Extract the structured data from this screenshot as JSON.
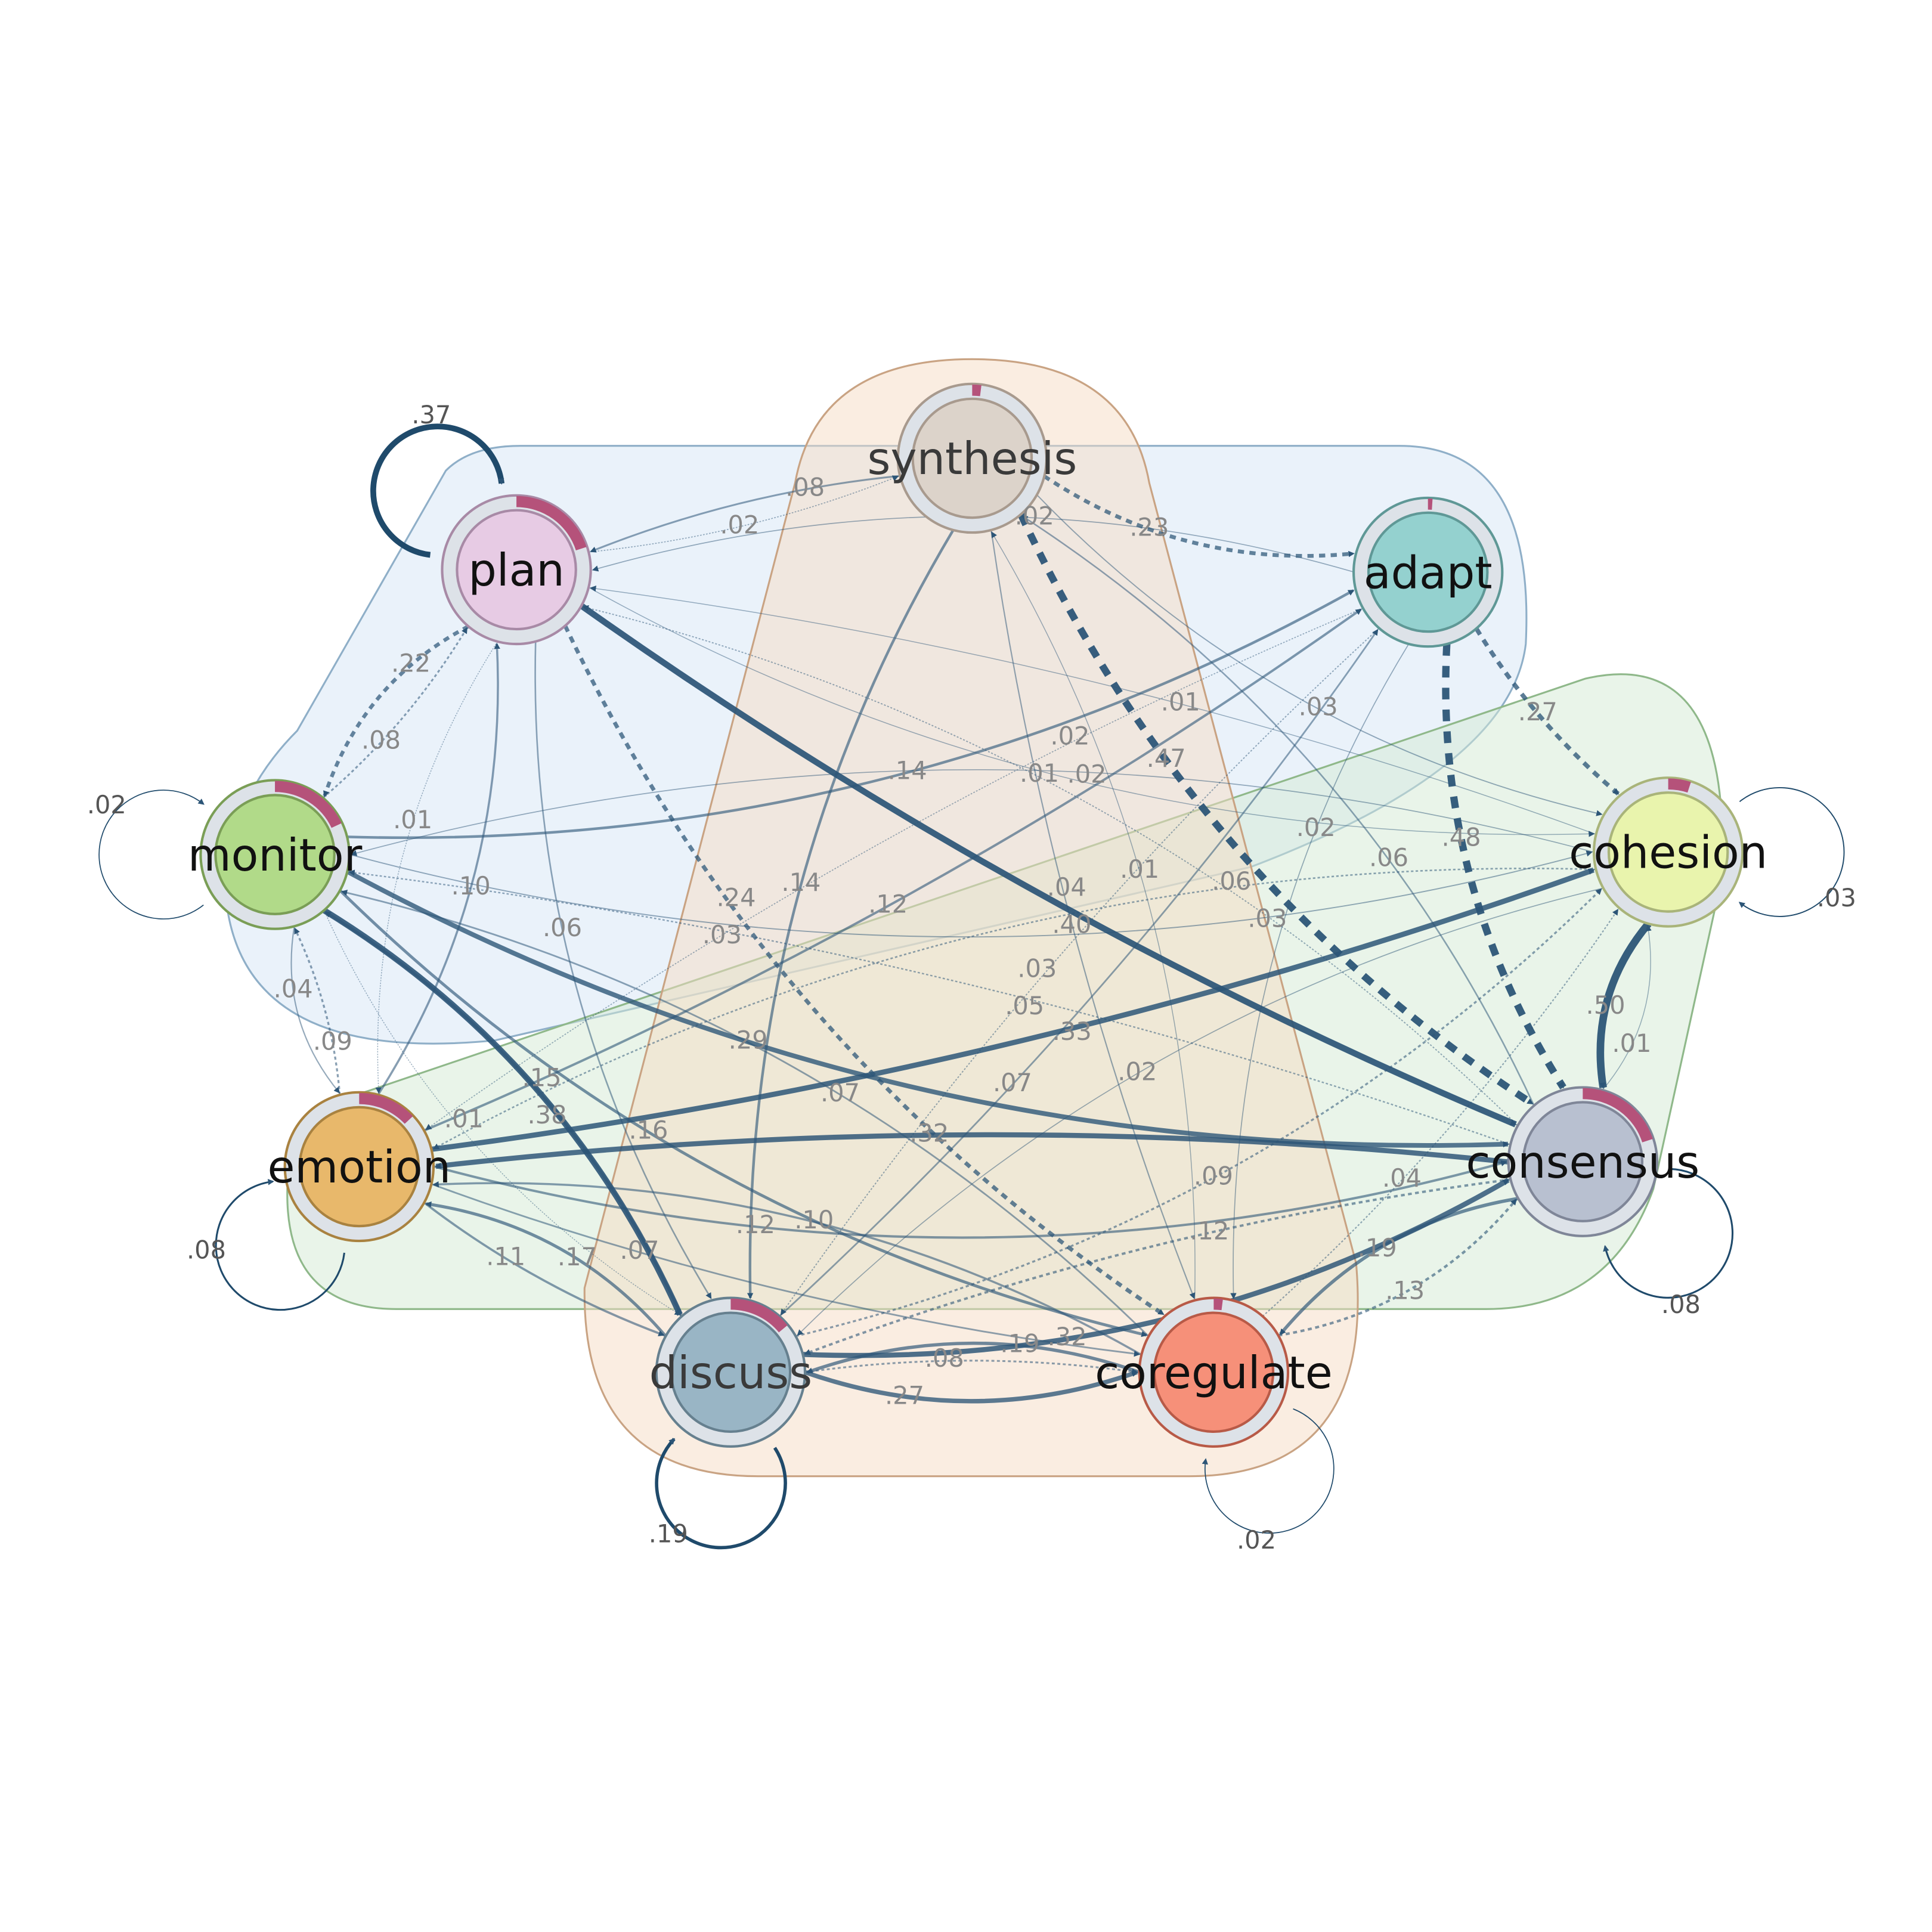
{
  "diagram": {
    "type": "transition-network",
    "pie_color": "#b5527a",
    "edge_color": "#2c5577",
    "groups": [
      {
        "name": "group-blue",
        "fill": "#d6e6f5",
        "stroke": "#8fafc8"
      },
      {
        "name": "group-green",
        "fill": "#d3ead3",
        "stroke": "#8fb88a"
      },
      {
        "name": "group-orange",
        "fill": "#f5dcc4",
        "stroke": "#c9a383"
      }
    ],
    "nodes": [
      {
        "id": "synthesis",
        "label": "synthesis",
        "color": "#dcd3ca",
        "border": "#a89a8e",
        "pie": 0.02
      },
      {
        "id": "plan",
        "label": "plan",
        "color": "#e7cbe4",
        "border": "#a88aa6",
        "pie": 0.2
      },
      {
        "id": "adapt",
        "label": "adapt",
        "color": "#94d1cf",
        "border": "#5f9896",
        "pie": 0.01
      },
      {
        "id": "monitor",
        "label": "monitor",
        "color": "#b1da89",
        "border": "#7a9e56",
        "pie": 0.18
      },
      {
        "id": "cohesion",
        "label": "cohesion",
        "color": "#e9f4ad",
        "border": "#a9b47a",
        "pie": 0.05
      },
      {
        "id": "emotion",
        "label": "emotion",
        "color": "#e8b86b",
        "border": "#a98240",
        "pie": 0.13
      },
      {
        "id": "consensus",
        "label": "consensus",
        "color": "#b8c0d0",
        "border": "#7f8698",
        "pie": 0.2
      },
      {
        "id": "discuss",
        "label": "discuss",
        "color": "#99b5c5",
        "border": "#66808f",
        "pie": 0.14
      },
      {
        "id": "coregulate",
        "label": "coregulate",
        "color": "#f69079",
        "border": "#b85a47",
        "pie": 0.02
      }
    ],
    "self_loops": [
      {
        "node": "plan",
        "weight": 0.37,
        "label": ".37"
      },
      {
        "node": "monitor",
        "weight": 0.02,
        "label": ".02"
      },
      {
        "node": "cohesion",
        "weight": 0.03,
        "label": ".03"
      },
      {
        "node": "emotion",
        "weight": 0.08,
        "label": ".08"
      },
      {
        "node": "consensus",
        "weight": 0.08,
        "label": ".08"
      },
      {
        "node": "discuss",
        "weight": 0.19,
        "label": ".19"
      },
      {
        "node": "coregulate",
        "weight": 0.02,
        "label": ".02"
      }
    ],
    "edges": [
      {
        "from": "synthesis",
        "to": "plan",
        "weight": 0.08,
        "label": ".08"
      },
      {
        "from": "synthesis",
        "to": "adapt",
        "weight": 0.23,
        "label": ".23",
        "dashed": true
      },
      {
        "from": "adapt",
        "to": "plan",
        "weight": 0.02,
        "label": ".02"
      },
      {
        "from": "plan",
        "to": "synthesis",
        "weight": 0.02,
        "label": ".02",
        "dashed": true
      },
      {
        "from": "monitor",
        "to": "adapt",
        "weight": 0.14,
        "label": ".14"
      },
      {
        "from": "plan",
        "to": "monitor",
        "weight": 0.22,
        "label": ".22",
        "dashed": true
      },
      {
        "from": "monitor",
        "to": "plan",
        "weight": 0.08,
        "label": ".08",
        "dashed": true
      },
      {
        "from": "plan",
        "to": "emotion",
        "weight": 0.01,
        "label": ".01",
        "dashed": true
      },
      {
        "from": "emotion",
        "to": "plan",
        "weight": 0.1,
        "label": ".10"
      },
      {
        "from": "plan",
        "to": "consensus",
        "weight": 0.4,
        "label": ".40"
      },
      {
        "from": "consensus",
        "to": "plan",
        "weight": 0.03,
        "label": ".03",
        "dashed": true
      },
      {
        "from": "plan",
        "to": "coregulate",
        "weight": 0.24,
        "label": ".24",
        "dashed": true
      },
      {
        "from": "cohesion",
        "to": "plan",
        "weight": 0.01,
        "label": ".01"
      },
      {
        "from": "synthesis",
        "to": "discuss",
        "weight": 0.14,
        "label": ".14"
      },
      {
        "from": "coregulate",
        "to": "synthesis",
        "weight": 0.01,
        "label": ".01"
      },
      {
        "from": "adapt",
        "to": "emotion",
        "weight": 0.02,
        "label": ".02",
        "dashed": true
      },
      {
        "from": "synthesis",
        "to": "consensus",
        "weight": 0.47,
        "label": ".47",
        "dashed": true
      },
      {
        "from": "adapt",
        "to": "consensus",
        "weight": 0.48,
        "label": ".48",
        "dashed": true
      },
      {
        "from": "adapt",
        "to": "cohesion",
        "weight": 0.27,
        "label": ".27",
        "dashed": true
      },
      {
        "from": "synthesis",
        "to": "cohesion",
        "weight": 0.03,
        "label": ".03"
      },
      {
        "from": "monitor",
        "to": "cohesion",
        "weight": 0.03,
        "label": ".03"
      },
      {
        "from": "discuss",
        "to": "adapt",
        "weight": 0.07,
        "label": ".07"
      },
      {
        "from": "cohesion",
        "to": "monitor",
        "weight": 0.02,
        "label": ".02"
      },
      {
        "from": "monitor",
        "to": "discuss",
        "weight": 0.01,
        "label": ".01",
        "dashed": true
      },
      {
        "from": "emotion",
        "to": "cohesion",
        "weight": 0.33,
        "label": ".33"
      },
      {
        "from": "cohesion",
        "to": "emotion",
        "weight": 0.06,
        "label": ".06",
        "dashed": true
      },
      {
        "from": "monitor",
        "to": "consensus",
        "weight": 0.29,
        "label": ".29"
      },
      {
        "from": "consensus",
        "to": "monitor",
        "weight": 0.05,
        "label": ".05",
        "dashed": true
      },
      {
        "from": "discuss",
        "to": "monitor",
        "weight": 0.15,
        "label": ".15"
      },
      {
        "from": "monitor",
        "to": "discuss",
        "weight": 0.38,
        "label": ".38"
      },
      {
        "from": "emotion",
        "to": "monitor",
        "weight": 0.09,
        "label": ".09",
        "dashed": true
      },
      {
        "from": "monitor",
        "to": "emotion",
        "weight": 0.04,
        "label": ".04"
      },
      {
        "from": "coregulate",
        "to": "monitor",
        "weight": 0.07,
        "label": ".07"
      },
      {
        "from": "emotion",
        "to": "adapt",
        "weight": 0.12,
        "label": ".12"
      },
      {
        "from": "cohesion",
        "to": "consensus",
        "weight": 0.5,
        "label": ".50"
      },
      {
        "from": "consensus",
        "to": "cohesion",
        "weight": 0.01,
        "label": ".01"
      },
      {
        "from": "coregulate",
        "to": "cohesion",
        "weight": 0.04,
        "label": ".04",
        "dashed": true
      },
      {
        "from": "monitor",
        "to": "coregulate",
        "weight": 0.16,
        "label": ".16"
      },
      {
        "from": "discuss",
        "to": "cohesion",
        "weight": 0.09,
        "label": ".09",
        "dashed": true
      },
      {
        "from": "consensus",
        "to": "emotion",
        "weight": 0.32,
        "label": ".32"
      },
      {
        "from": "emotion",
        "to": "consensus",
        "weight": 0.12,
        "label": ".12"
      },
      {
        "from": "discuss",
        "to": "consensus",
        "weight": 0.32,
        "label": ".32"
      },
      {
        "from": "consensus",
        "to": "discuss",
        "weight": 0.12,
        "label": ".12",
        "dashed": true
      },
      {
        "from": "coregulate",
        "to": "consensus",
        "weight": 0.13,
        "label": ".13",
        "dashed": true
      },
      {
        "from": "consensus",
        "to": "coregulate",
        "weight": 0.19,
        "label": ".19"
      },
      {
        "from": "emotion",
        "to": "coregulate",
        "weight": 0.07,
        "label": ".07"
      },
      {
        "from": "consensus",
        "to": "synthesis",
        "weight": 0.06,
        "label": ".06"
      },
      {
        "from": "plan",
        "to": "discuss",
        "weight": 0.06,
        "label": ".06"
      },
      {
        "from": "synthesis",
        "to": "coregulate",
        "weight": 0.04,
        "label": ".04"
      },
      {
        "from": "cohesion",
        "to": "discuss",
        "weight": 0.02,
        "label": ".02"
      },
      {
        "from": "adapt",
        "to": "coregulate",
        "weight": 0.02,
        "label": ".02"
      },
      {
        "from": "emotion",
        "to": "discuss",
        "weight": 0.11,
        "label": ".11"
      },
      {
        "from": "discuss",
        "to": "emotion",
        "weight": 0.17,
        "label": ".17"
      },
      {
        "from": "coregulate",
        "to": "emotion",
        "weight": 0.1,
        "label": ".10"
      },
      {
        "from": "adapt",
        "to": "discuss",
        "weight": 0.03,
        "label": ".03",
        "dashed": true
      },
      {
        "from": "discuss",
        "to": "coregulate",
        "weight": 0.27,
        "label": ".27"
      },
      {
        "from": "coregulate",
        "to": "discuss",
        "weight": 0.19,
        "label": ".19"
      },
      {
        "from": "discuss",
        "to": "coregulate",
        "weight": 0.08,
        "label": ".08",
        "dashed": true
      },
      {
        "from": "plan",
        "to": "cohesion",
        "weight": 0.01,
        "label": ".01"
      }
    ]
  }
}
